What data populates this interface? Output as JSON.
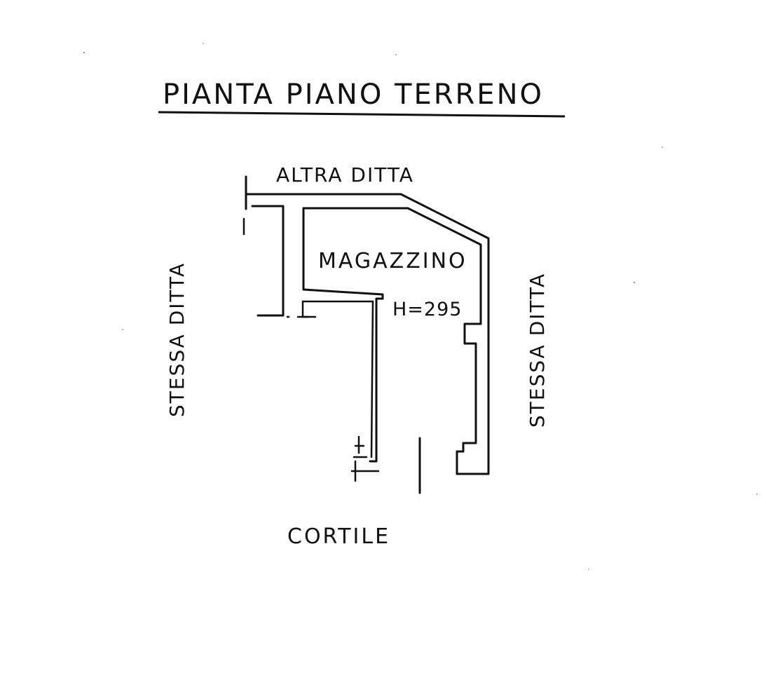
{
  "title": "PIANTA PIANO TERRENO",
  "labels": {
    "north": "ALTRA DITTA",
    "west": "STESSA DITTA",
    "east": "STESSA DITTA",
    "south": "CORTILE",
    "room_name": "MAGAZZINO",
    "room_height": "H=295"
  }
}
